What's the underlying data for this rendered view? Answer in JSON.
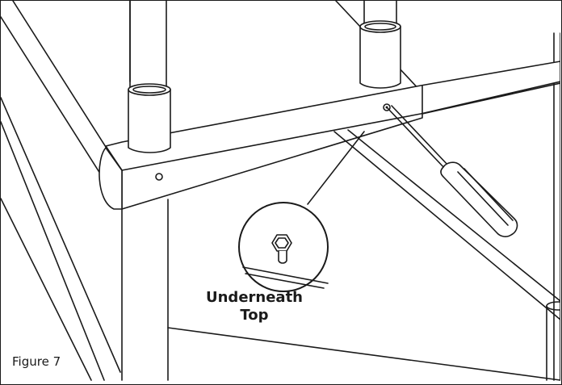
{
  "figure": {
    "label": "Figure 7",
    "callout": {
      "line1": "Underneath",
      "line2": "Top"
    }
  },
  "colors": {
    "line": "#1a1a1a",
    "fill": "#ffffff",
    "screwdriver_handle": "#ffffff"
  }
}
